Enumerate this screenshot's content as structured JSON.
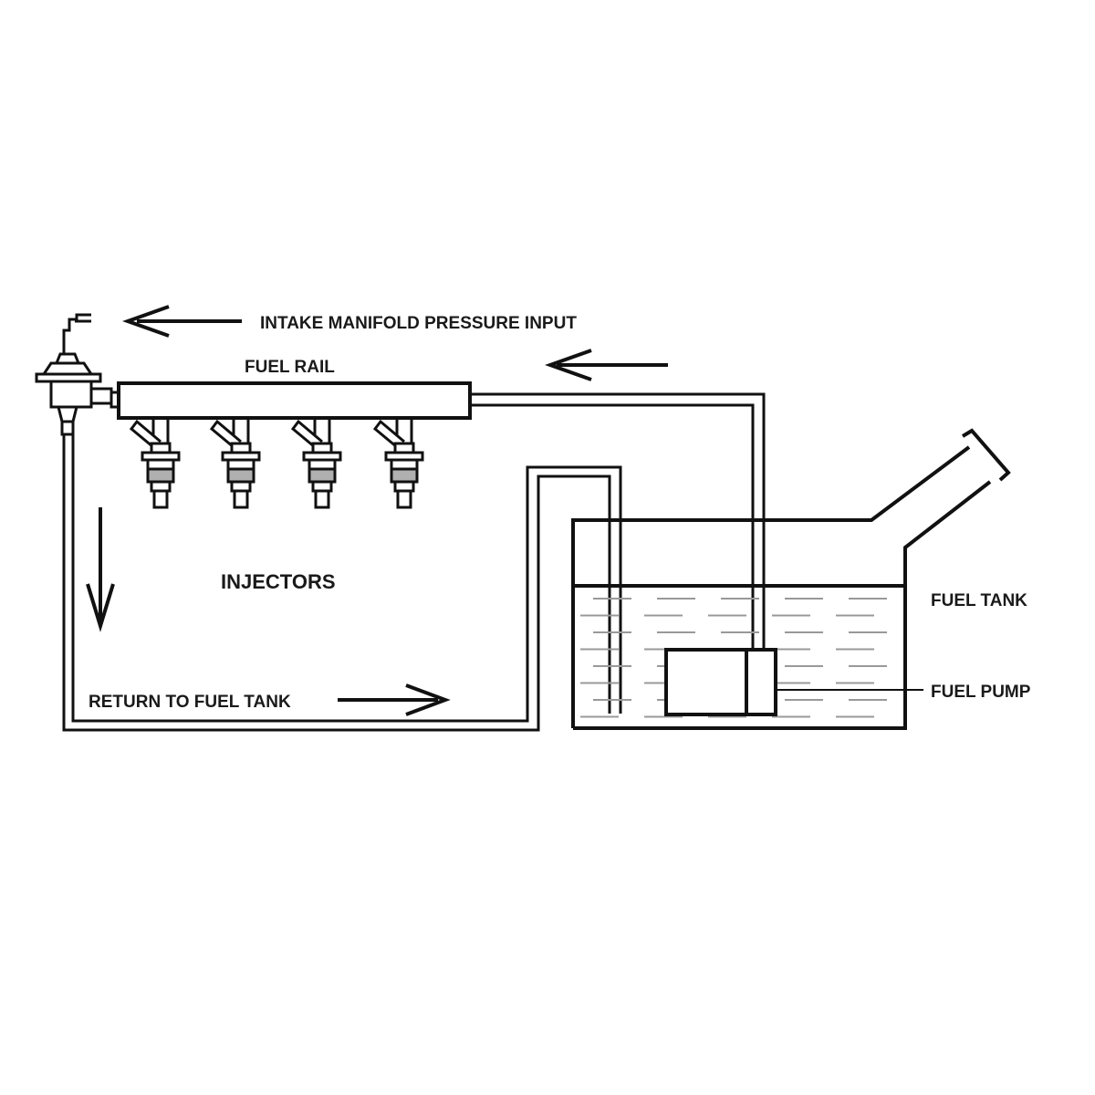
{
  "labels": {
    "intake": "INTAKE MANIFOLD PRESSURE INPUT",
    "fuel_rail": "FUEL RAIL",
    "injectors": "INJECTORS",
    "return": "RETURN TO FUEL TANK",
    "fuel_tank": "FUEL TANK",
    "fuel_pump": "FUEL PUMP"
  },
  "colors": {
    "line": "#111111",
    "injector_band": "#b0b0b0",
    "liquid": "#999999"
  }
}
